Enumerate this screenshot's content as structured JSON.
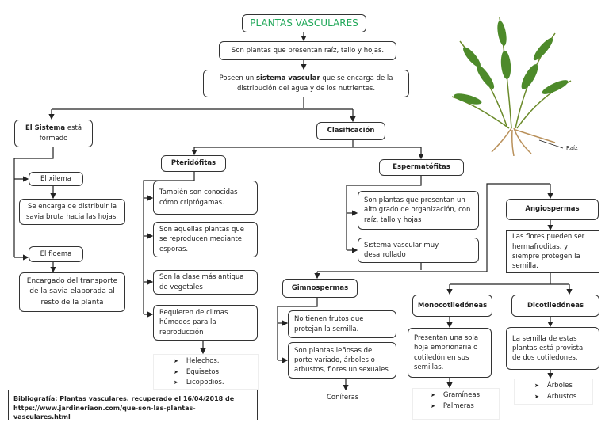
{
  "title": "PLANTAS VASCULARES",
  "title_color": "#22a85a",
  "intro": "Son plantas que presentan raíz, tallo y hojas.",
  "vascular": {
    "pre": "Poseen un ",
    "bold": "sistema vascular",
    "post": " que se encarga de la distribución del agua y de los nutrientes."
  },
  "sistema": {
    "bold": "El Sistema",
    "rest": " está formado"
  },
  "xilema": {
    "label": "El xilema",
    "desc": "Se encarga de distribuir la savia bruta hacia las hojas."
  },
  "floema": {
    "label": "El floema",
    "desc": "Encargado del transporte de la savia elaborada al resto de la planta"
  },
  "clasificacion": "Clasificación",
  "pteridofitas": {
    "label": "Pteridófitas",
    "items": [
      "También son conocidas cómo criptógamas.",
      "Son aquellas plantas que se reproducen mediante esporas.",
      "Son la clase más antigua de vegetales",
      "Requieren de climas húmedos para la reproducción"
    ],
    "examples": [
      "Helechos,",
      "Equisetos",
      "Licopodios."
    ]
  },
  "espermatofitas": {
    "label": "Espermatófitas",
    "items": [
      "Son plantas que presentan un alto grado de organización, con raíz, tallo y hojas",
      "Sistema vascular muy desarrollado"
    ]
  },
  "gimnospermas": {
    "label": "Gimnospermas",
    "items": [
      "No tienen frutos que protejan la semilla.",
      "Son plantas leñosas de porte variado, árboles o arbustos, flores unisexuales"
    ],
    "example": "Coníferas"
  },
  "angiospermas": {
    "label": "Angiospermas",
    "desc": "Las flores pueden ser hermafroditas, y siempre protegen la semilla."
  },
  "monocotiledoneas": {
    "label": "Monocotiledóneas",
    "desc": "Presentan una sola hoja embrionaria o cotiledón en sus semillas.",
    "examples": [
      "Gramíneas",
      "Palmeras"
    ]
  },
  "dicotiledoneas": {
    "label": "Dicotiledóneas",
    "desc": "La semilla de estas plantas está provista de dos cotiledones.",
    "examples": [
      "Árboles",
      "Arbustos"
    ]
  },
  "image_label": "Raíz",
  "bibliografia": {
    "line1": "Bibliografía: Plantas vasculares, recuperado el 16/04/2018 de",
    "line2": "https://www.jardineriaon.com/que-son-las-plantas-vasculares.html"
  }
}
